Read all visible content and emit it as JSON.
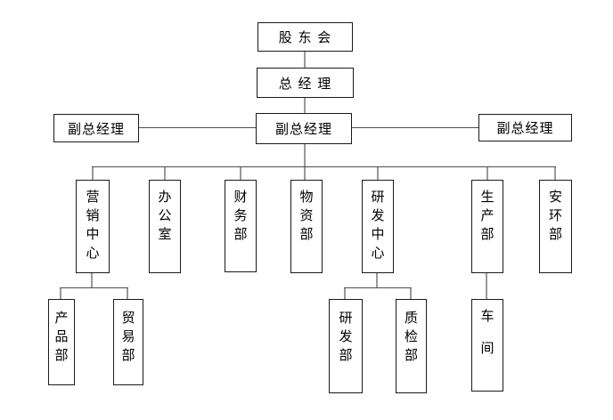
{
  "org": {
    "shareholders_label": "股 东 会",
    "general_manager_label": "总 经 理",
    "deputy_general_managers": [
      {
        "label": "副总经理"
      },
      {
        "label": "副总经理"
      },
      {
        "label": "副总经理"
      }
    ],
    "departments": [
      {
        "label": "营销中心"
      },
      {
        "label": "办公室"
      },
      {
        "label": "财务部"
      },
      {
        "label": "物资部"
      },
      {
        "label": "研发中心"
      },
      {
        "label": "生产部"
      },
      {
        "label": "安环部"
      }
    ],
    "sub_departments": {
      "under_marketing_center": [
        {
          "label": "产品部"
        },
        {
          "label": "贸易部"
        }
      ],
      "under_rd_center": [
        {
          "label": "研发部"
        },
        {
          "label": "质检部"
        }
      ],
      "under_production_dept": [
        {
          "label": "车间"
        }
      ]
    }
  },
  "colors": {
    "background": "#ffffff",
    "box_fill": "#ffffff",
    "box_border": "#1a1a1a",
    "vertical_connector": "#999999",
    "horizontal_connector": "#4d4d4d",
    "text": "#000000"
  }
}
